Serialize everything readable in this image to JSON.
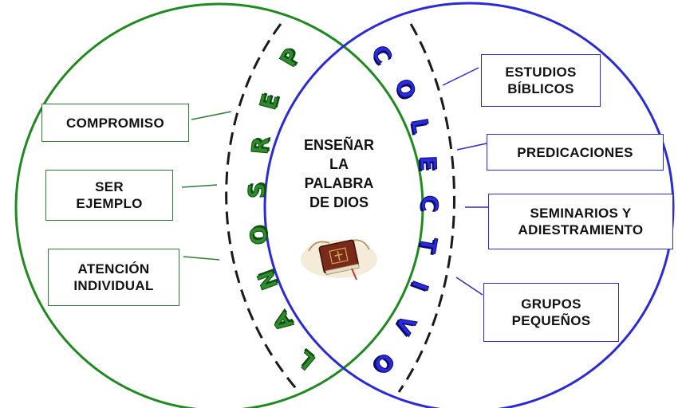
{
  "diagram": {
    "colors": {
      "personal": "#1f8a1f",
      "colectivo": "#2a2ad8",
      "dashes": "#1a1a1a"
    },
    "center": {
      "text": "ENSEÑAR\nLA\nPALABRA\nDE DIOS",
      "icon": "bible-icon"
    },
    "personal": {
      "arc_letters": [
        "P",
        "E",
        "R",
        "S",
        "O",
        "N",
        "A",
        "L"
      ],
      "boxes": [
        {
          "label": "COMPROMISO"
        },
        {
          "label": "SER\nEJEMPLO"
        },
        {
          "label": "ATENCIÓN\nINDIVIDUAL"
        }
      ]
    },
    "colectivo": {
      "arc_letters": [
        "C",
        "O",
        "L",
        "E",
        "C",
        "T",
        "I",
        "V",
        "O"
      ],
      "boxes": [
        {
          "label": "ESTUDIOS\nBÍBLICOS"
        },
        {
          "label": "PREDICACIONES"
        },
        {
          "label": "SEMINARIOS Y\nADIESTRAMIENTO"
        },
        {
          "label": "GRUPOS\nPEQUEÑOS"
        }
      ]
    }
  }
}
